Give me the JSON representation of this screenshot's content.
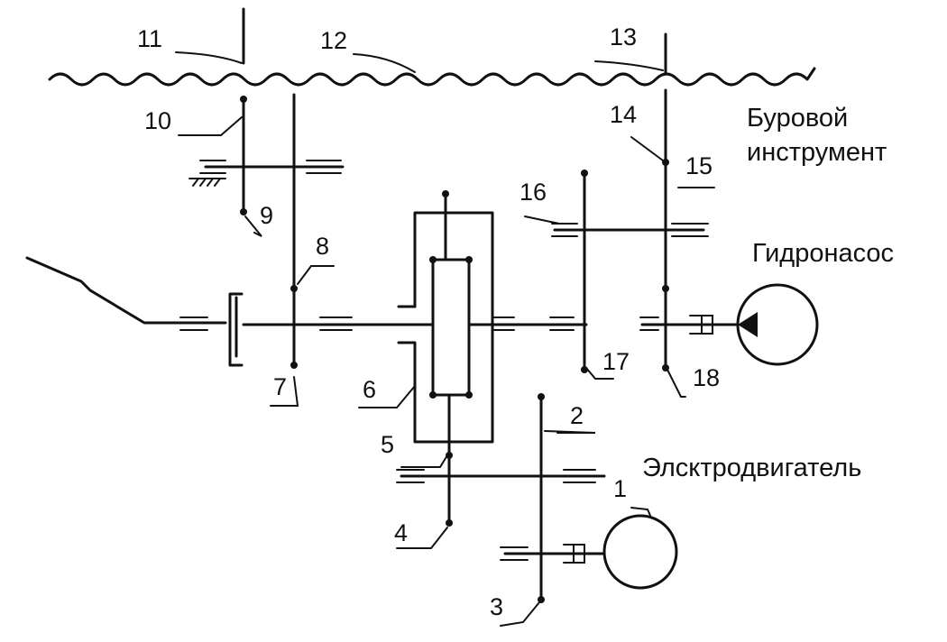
{
  "diagram": {
    "captions": {
      "drill_tool_line1": "Буровой",
      "drill_tool_line2": "инструмент",
      "hydropump": "Гидронасос",
      "electric_motor": "Элсктродвигатель"
    },
    "labels": [
      "1",
      "2",
      "3",
      "4",
      "5",
      "6",
      "7",
      "8",
      "9",
      "10",
      "11",
      "12",
      "13",
      "14",
      "15",
      "16",
      "17",
      "18"
    ]
  }
}
